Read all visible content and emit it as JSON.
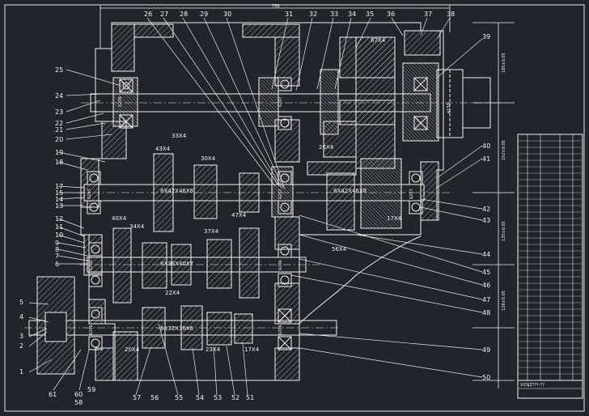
{
  "dimensions": {
    "overall_width": "758",
    "right": [
      "185±0.05",
      "152±0.05",
      "135±0.05",
      "128±0.05"
    ],
    "spindle": "φ150"
  },
  "bearings": [
    "6209",
    "6207",
    "6207",
    "6207",
    "6207",
    "6206",
    "6206",
    "6206",
    "6206"
  ],
  "gear_specs": {
    "g33x4": "33X4",
    "g43x4": "43X4",
    "g30x4": "30X4",
    "spline2a": "8X42X46X8",
    "spline2b": "8X42X46X8",
    "g40x4": "40X4",
    "g34x4": "34X4",
    "g47x4": "47X4",
    "g37x4": "37X4",
    "g26x4": "26X4",
    "g67x4": "67X4",
    "g17x4a": "17X4",
    "g56x4": "56X4",
    "spline3": "6X36X40X7",
    "g22x4": "22X4",
    "spline4": "8X32X36X6",
    "g20x4": "20X4",
    "g23x4": "23X4",
    "g17x4b": "17X4"
  },
  "callouts": {
    "c26": "26",
    "c27": "27",
    "c28b": "28",
    "c29": "29",
    "c30": "30",
    "c31": "31",
    "c32": "32",
    "c33": "33",
    "c34": "34",
    "c35": "35",
    "c36": "36",
    "c37": "37",
    "c38": "38",
    "c39": "39",
    "c25": "25",
    "c24": "24",
    "c23": "23",
    "c22": "22",
    "c21": "21",
    "c20": "20",
    "c19": "19",
    "c18": "18",
    "c17": "17",
    "c15": "15",
    "c14": "14",
    "c13": "13",
    "c12": "12",
    "c11": "11",
    "c10": "10",
    "c9": "9",
    "c8": "8",
    "c7": "7",
    "c6": "6",
    "c5": "5",
    "c4": "4",
    "c3": "3",
    "c2": "2",
    "c1": "1",
    "c61": "61",
    "c60": "60",
    "c58": "58",
    "c59": "59",
    "c40": "40",
    "c41": "41",
    "c42": "42",
    "c43": "43",
    "c44": "44",
    "c45": "45",
    "c46": "46",
    "c47": "47",
    "c48": "48",
    "c49": "49",
    "c50": "50",
    "c57": "57",
    "c56": "56",
    "c55": "55",
    "c54": "54",
    "c53": "53",
    "c52": "52",
    "c51": "51"
  },
  "parts_list_rows": 38,
  "title_block": {
    "code": "XXSJZ???-??",
    "cell": "",
    "cell2": ""
  }
}
